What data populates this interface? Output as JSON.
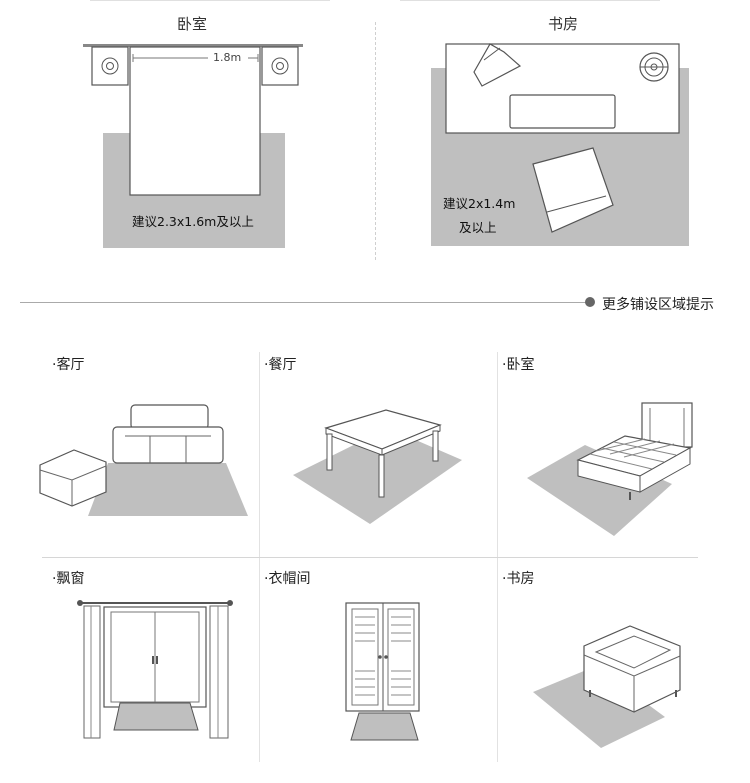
{
  "top": {
    "bedroom": {
      "title": "卧室",
      "dimension": "1.8m",
      "recommend": "建议2.3x1.6m及以上"
    },
    "study": {
      "title": "书房",
      "recommend_line1": "建议2x1.4m",
      "recommend_line2": "及以上"
    }
  },
  "section": {
    "more_areas_label": "更多铺设区域提示"
  },
  "grid": {
    "cells": [
      {
        "label": "·客厅"
      },
      {
        "label": "·餐厅"
      },
      {
        "label": "·卧室"
      },
      {
        "label": "·飘窗"
      },
      {
        "label": "·衣帽间"
      },
      {
        "label": "·书房"
      }
    ]
  },
  "colors": {
    "rug": "#bfbfbf",
    "line": "#555555",
    "divider": "#cccccc",
    "dot": "#666666"
  }
}
